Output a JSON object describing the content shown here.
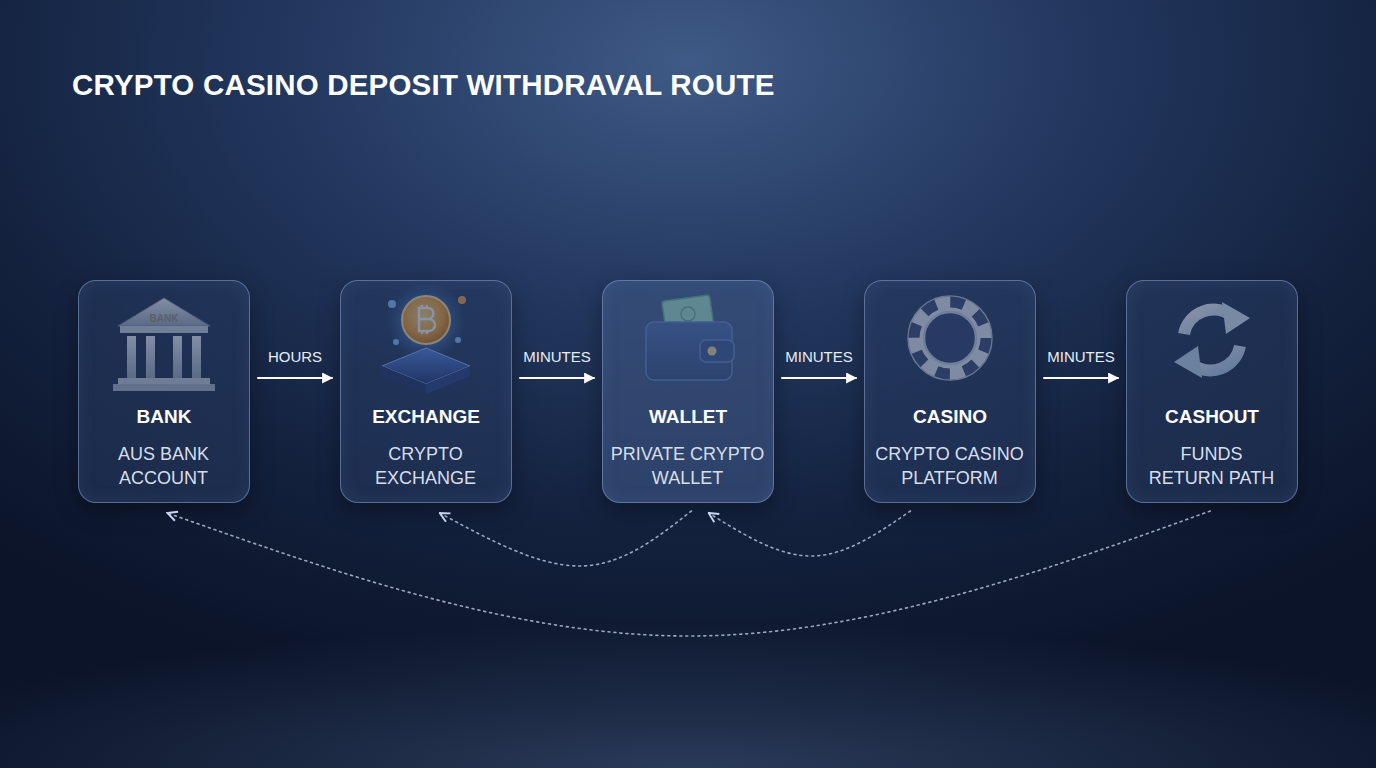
{
  "diagram": {
    "title": "CRYPTO CASINO DEPOSIT WITHDRAVAL ROUTE",
    "nodes": [
      {
        "text": [
          "BANK",
          "AUS BANK ACCOUNT"
        ]
      },
      {
        "text": [
          "EXCHANGE",
          "CRYPTO EXCHANGE"
        ]
      },
      {
        "text": [
          "WALLET",
          "PRIVATE CRYPTO WALLET"
        ]
      },
      {
        "text": [
          "CASINO",
          "CRYPTO CASINO PLATFORM"
        ]
      },
      {
        "text": [
          "CASHOUT",
          "FUNDS RETURN PATH"
        ]
      }
    ],
    "edges": [
      {
        "from": 0,
        "to": 1,
        "label": "HOURS",
        "arrow": "to"
      },
      {
        "from": 1,
        "to": 2,
        "label": "MINUTES",
        "arrow": "to"
      },
      {
        "from": 2,
        "to": 3,
        "label": "MINUTES",
        "arrow": "to"
      },
      {
        "from": 3,
        "to": 4,
        "label": "MINUTES",
        "arrow": "to"
      },
      {
        "from": 4,
        "to": 0,
        "arrow": "to"
      },
      {
        "from": 2,
        "to": 1,
        "arrow": "to"
      },
      {
        "from": 3,
        "to": 2,
        "arrow": "to"
      }
    ],
    "labels": [
      "BANK"
    ]
  }
}
